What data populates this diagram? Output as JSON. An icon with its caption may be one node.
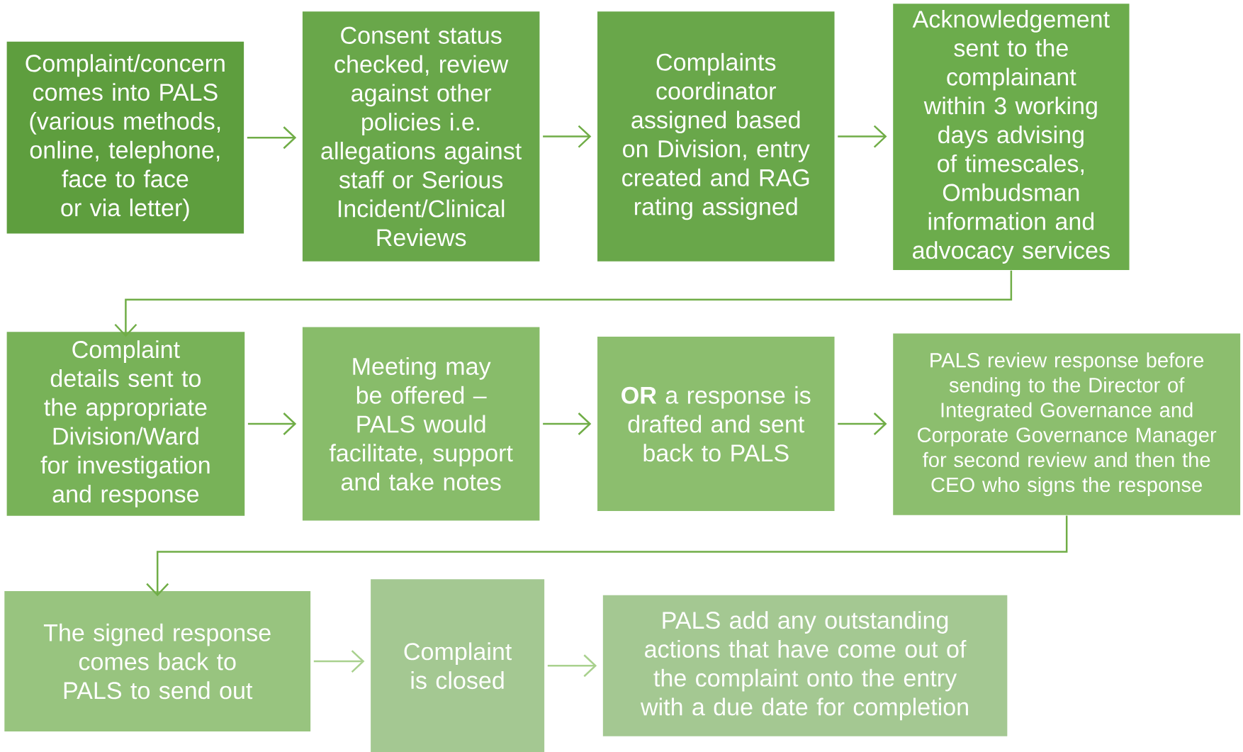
{
  "diagram": {
    "nodes": [
      {
        "text": [
          "Complaint/concern comes into PALS (various methods, online, telephone, face to face or via letter)"
        ]
      },
      {
        "text": [
          "Consent status checked, review against other policies i.e. allegations against staff or Serious Incident/Clinical Reviews"
        ]
      },
      {
        "text": [
          "Complaints coordinator assigned based on Division, entry created and RAG rating assigned"
        ]
      },
      {
        "text": [
          "Acknowledgement sent to the complainant within 3 working days advising of timescales, Ombudsman information and advocacy services"
        ]
      },
      {
        "text": [
          "Complaint details sent to the appropriate Division/Ward for investigation and response"
        ]
      },
      {
        "text": [
          "Meeting may be offered – PALS would facilitate, support and take notes"
        ]
      },
      {
        "text": [
          "**OR** a response is drafted and sent back to PALS"
        ]
      },
      {
        "text": [
          "PALS review response before sending to the Director of Integrated Governance and Corporate Governance Manager for second review and then the CEO who signs the response"
        ]
      },
      {
        "text": [
          "The signed response comes back to PALS to send out"
        ]
      },
      {
        "text": [
          "Complaint is closed"
        ]
      },
      {
        "text": [
          "PALS add any outstanding actions that have come out of the complaint onto the entry with a due date for completion"
        ]
      }
    ],
    "edges": [
      {
        "from": 0,
        "to": 1,
        "arrow": "to"
      },
      {
        "from": 1,
        "to": 2,
        "arrow": "to"
      },
      {
        "from": 2,
        "to": 3,
        "arrow": "to"
      },
      {
        "from": 3,
        "to": 4,
        "arrow": "to"
      },
      {
        "from": 4,
        "to": 5,
        "arrow": "to"
      },
      {
        "from": 5,
        "to": 6,
        "arrow": "to"
      },
      {
        "from": 6,
        "to": 7,
        "arrow": "to"
      },
      {
        "from": 7,
        "to": 8,
        "arrow": "to"
      },
      {
        "from": 8,
        "to": 9,
        "arrow": "to",
        "color": "#a9d18e"
      },
      {
        "from": 9,
        "to": 10,
        "arrow": "to",
        "color": "#a9d18e"
      }
    ]
  }
}
